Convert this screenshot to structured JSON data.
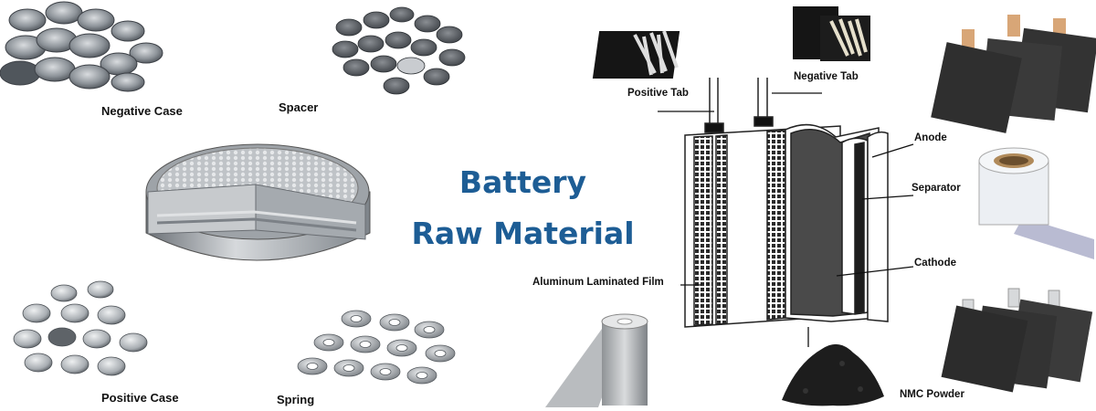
{
  "title": {
    "line1": "Battery",
    "line2": "Raw Material"
  },
  "coin_cell_parts": {
    "negative_case": "Negative Case",
    "spacer": "Spacer",
    "positive_case": "Positive Case",
    "spring": "Spring"
  },
  "pouch_cell_parts": {
    "positive_tab": "Positive Tab",
    "negative_tab": "Negative Tab",
    "anode": "Anode",
    "separator": "Separator",
    "cathode": "Cathode",
    "aluminum_laminated_film": "Aluminum Laminated Film",
    "nmc_powder": "NMC Powder"
  },
  "colors": {
    "title": "#1d5d95",
    "label": "#111111",
    "metal": "#9aa0a6",
    "dark_sheet": "#3a3a3a",
    "copper_tab": "#d8a677"
  }
}
